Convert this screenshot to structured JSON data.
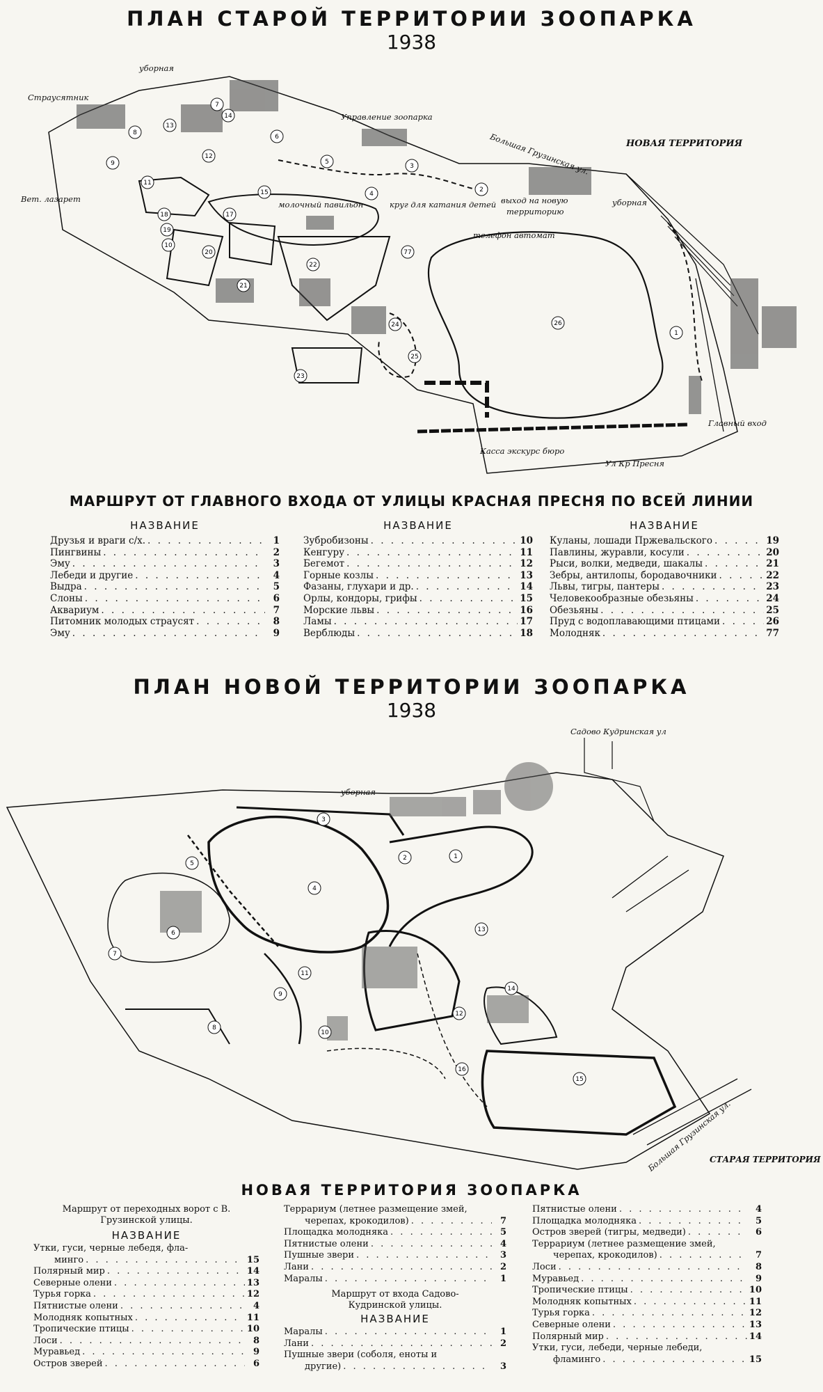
{
  "old_plan": {
    "title": "ПЛАН СТАРОЙ ТЕРРИТОРИИ ЗООПАРКА",
    "year": "1938",
    "labels": {
      "ubornaya1": "уборная",
      "strausyatnik": "Страусятник",
      "upravlenie": "Управление зоопарка",
      "novaya": "НОВАЯ ТЕРРИТОРИЯ",
      "bolshaya_gruz": "Большая Грузинская ул.",
      "ubornaya2": "уборная",
      "vet": "Вет. лазарет",
      "moloch": "молочный павильон",
      "krug": "круг для катания детей",
      "vyhod1": "выход на новую",
      "vyhod2": "территорию",
      "telefon": "телефон автомат",
      "glavny": "Главный вход",
      "kassa": "Касса экскурс бюро",
      "ulica": "Ул Кр Пресня"
    },
    "markers": [
      "1",
      "2",
      "3",
      "4",
      "5",
      "6",
      "7",
      "8",
      "9",
      "10",
      "11",
      "12",
      "13",
      "14",
      "15",
      "17",
      "18",
      "19",
      "20",
      "21",
      "22",
      "23",
      "24",
      "25",
      "26",
      "77"
    ]
  },
  "old_route": {
    "heading": "МАРШРУТ ОТ ГЛАВНОГО ВХОДА ОТ УЛИЦЫ КРАСНАЯ ПРЕСНЯ ПО ВСЕЙ ЛИНИИ",
    "col_header": "НАЗВАНИЕ",
    "col1": [
      {
        "name": "Друзья и враги с/х.",
        "num": "1"
      },
      {
        "name": "Пингвины",
        "num": "2"
      },
      {
        "name": "Эму",
        "num": "3"
      },
      {
        "name": "Лебеди и другие",
        "num": "4"
      },
      {
        "name": "Выдра",
        "num": "5"
      },
      {
        "name": "Слоны",
        "num": "6"
      },
      {
        "name": "Аквариум",
        "num": "7"
      },
      {
        "name": "Питомник молодых страусят",
        "num": "8"
      },
      {
        "name": "Эму",
        "num": "9"
      }
    ],
    "col2": [
      {
        "name": "Зубробизоны",
        "num": "10"
      },
      {
        "name": "Кенгуру",
        "num": "11"
      },
      {
        "name": "Бегемот",
        "num": "12"
      },
      {
        "name": "Горные козлы",
        "num": "13"
      },
      {
        "name": "Фазаны, глухари и др.",
        "num": "14"
      },
      {
        "name": "Орлы, кондоры, грифы",
        "num": "15"
      },
      {
        "name": "Морские львы",
        "num": "16"
      },
      {
        "name": "Ламы",
        "num": "17"
      },
      {
        "name": "Верблюды",
        "num": "18"
      }
    ],
    "col3": [
      {
        "name": "Куланы, лошади Пржевальского",
        "num": "19"
      },
      {
        "name": "Павлины, журавли, косули",
        "num": "20"
      },
      {
        "name": "Рыси, волки, медведи, шакалы",
        "num": "21"
      },
      {
        "name": "Зебры, антилопы, бородавочники",
        "num": "22"
      },
      {
        "name": "Львы, тигры, пантеры",
        "num": "23"
      },
      {
        "name": "Человекообразные обезьяны",
        "num": "24"
      },
      {
        "name": "Обезьяны",
        "num": "25"
      },
      {
        "name": "Пруд с водоплавающими птицами",
        "num": "26"
      },
      {
        "name": "Молодняк",
        "num": "77"
      }
    ]
  },
  "new_plan": {
    "title": "ПЛАН НОВОЙ ТЕРРИТОРИИ ЗООПАРКА",
    "year": "1938",
    "labels": {
      "sadovo": "Садово Кудринская ул",
      "ubornaya": "уборная",
      "bolshaya": "Большая Грузинская ул.",
      "staraya": "СТАРАЯ ТЕРРИТОРИЯ"
    },
    "markers": [
      "1",
      "2",
      "3",
      "4",
      "5",
      "6",
      "7",
      "8",
      "9",
      "10",
      "11",
      "12",
      "13",
      "14",
      "15",
      "16"
    ]
  },
  "new_route": {
    "heading": "НОВАЯ ТЕРРИТОРИЯ ЗООПАРКА",
    "col_header": "НАЗВАНИЕ",
    "route1_title": "Маршрут от переходных ворот с В. Грузинской улицы.",
    "col1": [
      {
        "name": "Утки, гуси, черные лебедя, фла-",
        "cont": "минго",
        "num": "15"
      },
      {
        "name": "Полярный мир",
        "num": "14"
      },
      {
        "name": "Северные олени",
        "num": "13"
      },
      {
        "name": "Турья горка",
        "num": "12"
      },
      {
        "name": "Пятнистые олени",
        "num": "4"
      },
      {
        "name": "Молодняк копытных",
        "num": "11"
      },
      {
        "name": "Тропические птицы",
        "num": "10"
      },
      {
        "name": "Лоси",
        "num": "8"
      },
      {
        "name": "Муравьед",
        "num": "9"
      },
      {
        "name": "Остров зверей",
        "num": "6"
      }
    ],
    "col2a": [
      {
        "name": "Террариум (летнее размещение змей,",
        "cont": "черепах, крокодилов)",
        "num": "7"
      },
      {
        "name": "Площадка молодняка",
        "num": "5"
      },
      {
        "name": "Пятнистые олени",
        "num": "4"
      },
      {
        "name": "Пушные звери",
        "num": "3"
      },
      {
        "name": "Лани",
        "num": "2"
      },
      {
        "name": "Маралы",
        "num": "1"
      }
    ],
    "route2_title": "Маршрут от входа Садово-Кудринской улицы.",
    "col2b": [
      {
        "name": "Маралы",
        "num": "1"
      },
      {
        "name": "Лани",
        "num": "2"
      },
      {
        "name": "Пушные звери (соболя, еноты и",
        "cont": "другие)",
        "num": "3"
      }
    ],
    "col3": [
      {
        "name": "Пятнистые олени",
        "num": "4"
      },
      {
        "name": "Площадка молодняка",
        "num": "5"
      },
      {
        "name": "Остров зверей (тигры, медведи)",
        "num": "6"
      },
      {
        "name": "Террариум (летнее размещение змей,",
        "cont": "черепах, крокодилов)",
        "num": "7"
      },
      {
        "name": "Лоси",
        "num": "8"
      },
      {
        "name": "Муравьед",
        "num": "9"
      },
      {
        "name": "Тропические птицы",
        "num": "10"
      },
      {
        "name": "Молодняк копытных",
        "num": "11"
      },
      {
        "name": "Турья горка",
        "num": "12"
      },
      {
        "name": "Северные олени",
        "num": "13"
      },
      {
        "name": "Полярный мир",
        "num": "14"
      },
      {
        "name": "Утки, гуси, лебеди, черные лебеди,",
        "cont": "фламинго",
        "num": "15"
      }
    ]
  }
}
